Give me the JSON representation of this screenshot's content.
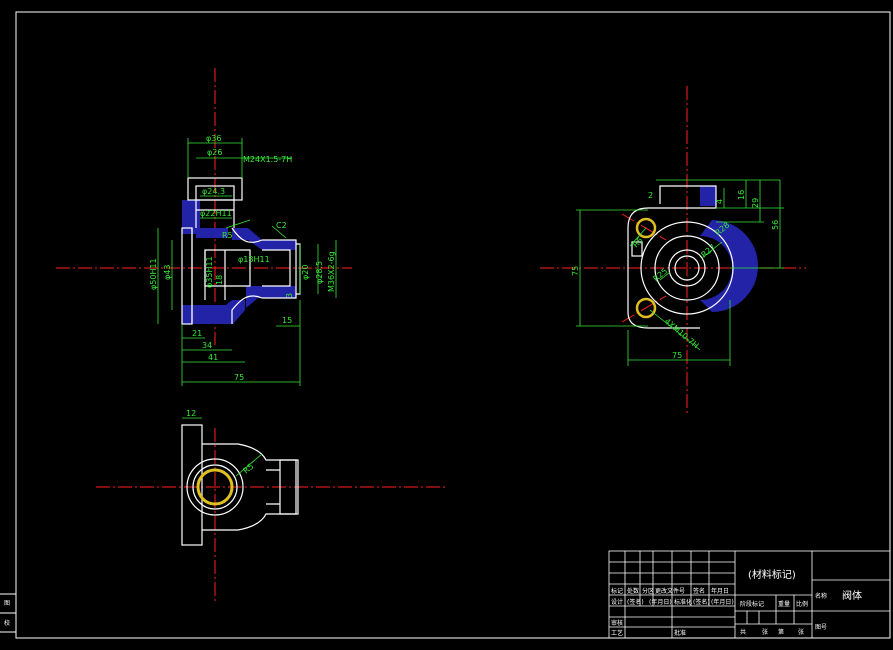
{
  "colors": {
    "background": "#000000",
    "outline": "#ffffff",
    "centerline": "#ff2020",
    "dimension": "#36e836",
    "hatch": "#2323a8",
    "thread": "#e0c020"
  },
  "front_view": {
    "dims": {
      "phi36": "φ36",
      "phi26": "φ26",
      "m24": "M24X1.5-7H",
      "phi24_3": "φ24.3",
      "phi22h11": "φ22H11",
      "phi50h11": "φ50H11",
      "phi43": "φ43",
      "phi34": "34",
      "phi35h11": "φ35H11",
      "phi18h11": "φ18H11",
      "phi20": "φ20",
      "phi28_5": "φ28.5",
      "m36": "M36X2-6g",
      "c2": "C2",
      "r5": "R5",
      "d21": "21",
      "d34": "34",
      "d41": "41",
      "d75": "75",
      "d15": "15",
      "d3": "3",
      "d18": "18"
    }
  },
  "side_view": {
    "dims": {
      "d2": "2",
      "d4": "4",
      "d16": "16",
      "d29": "29",
      "d56": "56",
      "d75v": "75",
      "d75h": "75",
      "r5": "R5",
      "r25": "R25",
      "r27": "R27",
      "r28": "R28",
      "m10": "4XM10-7H"
    }
  },
  "top_view": {
    "dims": {
      "d12": "12",
      "r5": "R5"
    }
  },
  "title_block": {
    "material_mark": "(材料标记)",
    "name_label": "名称",
    "part_name": "阀体",
    "drawing_no_label": "图号",
    "row_labels": [
      "标记",
      "设计",
      "审核",
      "工艺"
    ],
    "header_cells": [
      "处数",
      "分区",
      "更改文件号",
      "签名",
      "年月日"
    ],
    "design_cells": [
      "(签名)",
      "(年月日)",
      "标准化",
      "(签名)",
      "(年月日)"
    ],
    "approve_label": "批准",
    "stage_mark": "阶段标记",
    "weight": "重量",
    "scale": "比例",
    "sheet_total": "共",
    "sheet_unit": "张",
    "sheet_no": "第",
    "sheet_unit2": "张"
  },
  "margin_labels": [
    "图",
    "校"
  ]
}
